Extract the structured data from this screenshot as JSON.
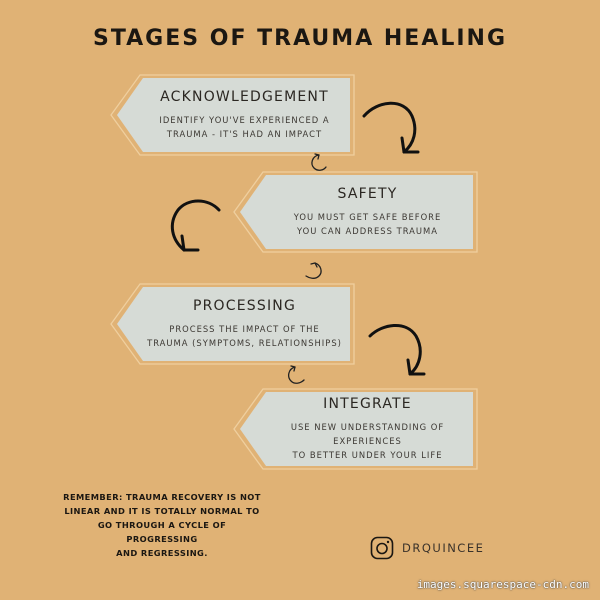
{
  "title": "STAGES OF TRAUMA HEALING",
  "stages": [
    {
      "heading": "ACKNOWLEDGEMENT",
      "line1": "IDENTIFY YOU'VE EXPERIENCED A",
      "line2": "TRAUMA - IT'S HAD AN IMPACT"
    },
    {
      "heading": "SAFETY",
      "line1": "YOU MUST GET SAFE BEFORE",
      "line2": "YOU CAN ADDRESS TRAUMA"
    },
    {
      "heading": "PROCESSING",
      "line1": "PROCESS THE IMPACT OF THE",
      "line2": "TRAUMA (SYMPTOMS, RELATIONSHIPS)"
    },
    {
      "heading": "INTEGRATE",
      "line1": "USE NEW UNDERSTANDING OF EXPERIENCES",
      "line2": "TO BETTER UNDER YOUR LIFE"
    }
  ],
  "note": {
    "line1": "REMEMBER: TRAUMA RECOVERY IS NOT",
    "line2": "LINEAR AND IT IS TOTALLY NORMAL TO",
    "line3": "GO THROUGH A CYCLE OF PROGRESSING",
    "line4": "AND REGRESSING."
  },
  "social": {
    "icon": "instagram-icon",
    "handle": "DRQUINCEE"
  },
  "watermark": "images.squarespace-cdn.com",
  "colors": {
    "background": "#e0b275",
    "box_fill": "#d6dbd6",
    "outline": "#ecc898",
    "ink": "#1b1712"
  }
}
